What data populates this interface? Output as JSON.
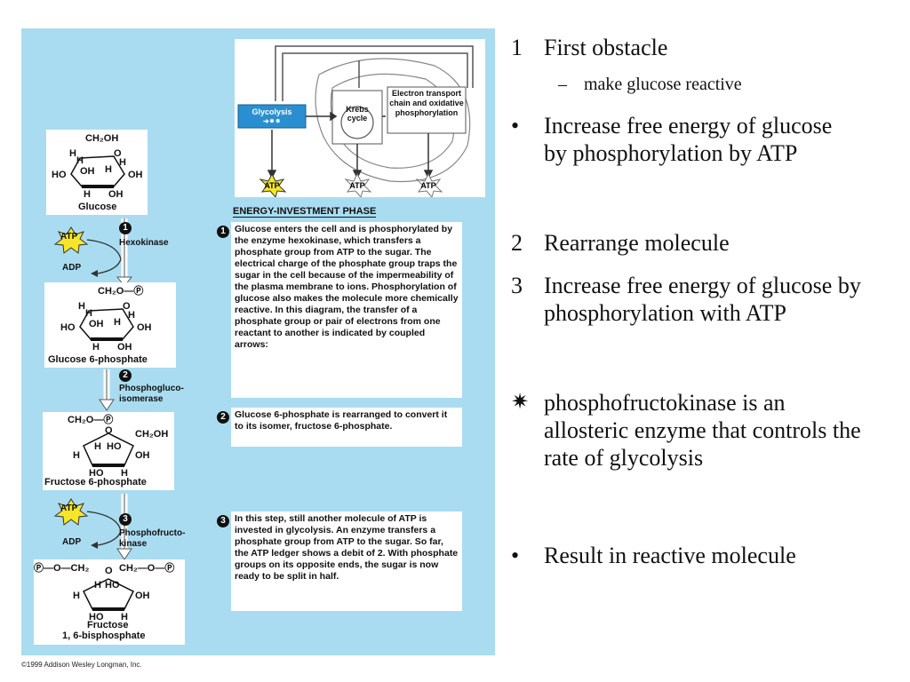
{
  "figure": {
    "pathway": {
      "glycolysis": "Glycolysis",
      "krebs": "Krebs cycle",
      "etc": "Electron transport chain and oxidative phosphorylation",
      "atp_labels": [
        "ATP",
        "ATP",
        "ATP"
      ]
    },
    "phase_title": "ENERGY-INVESTMENT PHASE",
    "molecules": {
      "glucose": {
        "name": "Glucose",
        "top": "CH₂OH",
        "rows": [
          "H       O",
          "H         H",
          "OH  H",
          "HO           OH",
          "H     OH"
        ]
      },
      "g6p": {
        "name": "Glucose 6-phosphate",
        "top": "CH₂O—Ⓟ",
        "rows": [
          "H       O",
          "H         H",
          "OH  H",
          "HO           OH",
          "H     OH"
        ]
      },
      "f6p": {
        "name": "Fructose 6-phosphate",
        "top": "CH₂O—Ⓟ",
        "rows": [
          "O",
          "CH₂OH",
          "H   HO",
          "H",
          "OH",
          "HO     H"
        ]
      },
      "f16bp": {
        "name_line1": "Fructose",
        "name_line2": "1, 6-bisphosphate",
        "top_left": "Ⓟ—O—CH₂",
        "top_mid": "O",
        "top_right": "CH₂—O—Ⓟ",
        "rows": [
          "H   HO",
          "H",
          "OH",
          "HO     H"
        ]
      }
    },
    "steps": [
      {
        "num": "1",
        "enzyme": "Hexokinase",
        "atp": "ATP",
        "adp": "ADP",
        "text": "Glucose enters the cell and is phosphorylated by the enzyme hexokinase, which transfers a phosphate group  from ATP to the sugar. The electrical charge of the phosphate group traps the sugar in the cell because of the impermeability of the plasma membrane to ions. Phosphorylation of glucose also makes the molecule more chemically reactive. In this diagram, the transfer of a phosphate group or pair of electrons from one reactant to another is indicated by coupled arrows:"
      },
      {
        "num": "2",
        "enzyme_line1": "Phosphogluco-",
        "enzyme_line2": "isomerase",
        "text": "Glucose 6-phosphate is rearranged to convert it to its isomer, fructose 6-phosphate."
      },
      {
        "num": "3",
        "enzyme_line1": "Phosphofructo-",
        "enzyme_line2": "kinase",
        "atp": "ATP",
        "adp": "ADP",
        "text": "In this step, still another molecule of ATP is invested in glycolysis. An enzyme transfers a phosphate group from ATP to the sugar. So far, the ATP ledger shows a debit of 2. With phosphate groups on its opposite ends, the sugar is now ready to be split in half."
      }
    ],
    "copyright": "©1999 Addison Wesley Longman, Inc."
  },
  "notes": {
    "bullets": [
      {
        "marker": "1",
        "text": "First obstacle"
      },
      {
        "marker": "–",
        "text": "make glucose reactive",
        "sub": true
      },
      {
        "marker": "•",
        "text": "Increase free energy of glucose by phosphorylation by ATP"
      },
      {
        "marker": "2",
        "text": "Rearrange molecule"
      },
      {
        "marker": "3",
        "text": "Increase free energy of glucose by phosphorylation with ATP"
      },
      {
        "marker": "✷",
        "text": "phosphofructokinase is an allosteric enzyme that controls the rate of glycolysis"
      },
      {
        "marker": "•",
        "text": "Result in reactive molecule"
      }
    ]
  },
  "colors": {
    "figure_bg": "#a9dcf0",
    "atp_star": "#f5e62a",
    "glycolysis_box": "#2a8fd0"
  }
}
